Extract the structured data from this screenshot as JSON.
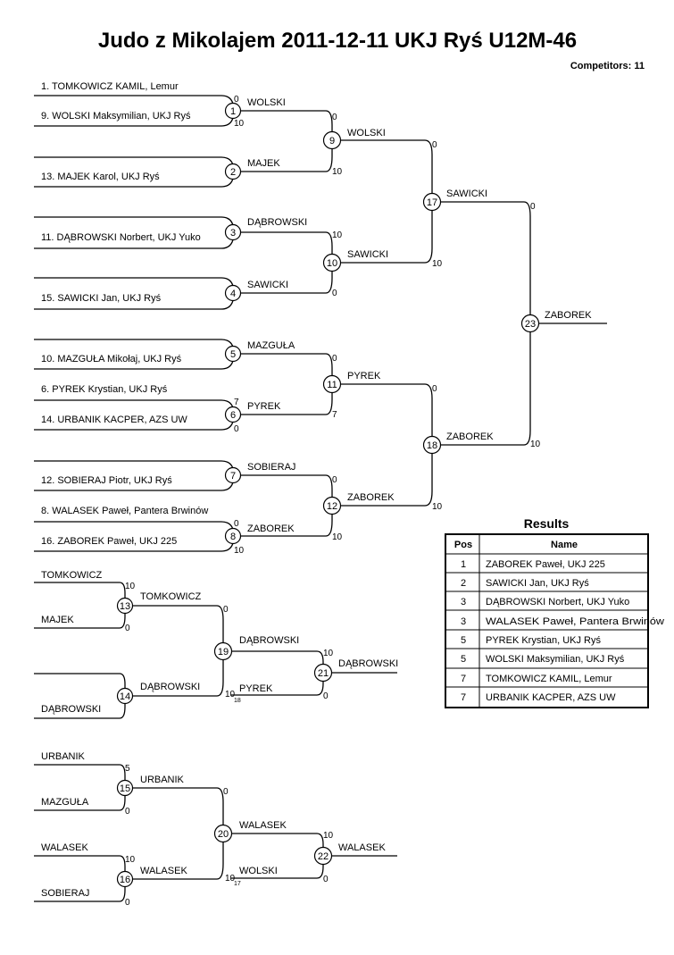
{
  "header": {
    "title": "Judo z Mikolajem  2011-12-11  UKJ Ryś   U12M-46",
    "competitors": "Competitors: 11"
  },
  "entries": [
    "1. TOMKOWICZ KAMIL, Lemur",
    "9. WOLSKI Maksymilian, UKJ Ryś",
    "13. MAJEK Karol, UKJ Ryś",
    "11. DĄBROWSKI Norbert, UKJ Yuko",
    "15. SAWICKI Jan, UKJ Ryś",
    "10. MAZGUŁA Mikołaj, UKJ Ryś",
    "6. PYREK Krystian, UKJ Ryś",
    "14. URBANIK KACPER, AZS UW",
    "12. SOBIERAJ Piotr, UKJ Ryś",
    "8. WALASEK Paweł, Pantera Brwinów",
    "16. ZABOREK Paweł, UKJ 225"
  ],
  "match_numbers": [
    "1",
    "2",
    "3",
    "4",
    "5",
    "6",
    "7",
    "8",
    "9",
    "10",
    "11",
    "12",
    "13",
    "14",
    "15",
    "16",
    "17",
    "18",
    "19",
    "20",
    "21",
    "22",
    "23"
  ],
  "winners": [
    "WOLSKI",
    "MAJEK",
    "DĄBROWSKI",
    "SAWICKI",
    "MAZGUŁA",
    "PYREK",
    "SOBIERAJ",
    "ZABOREK",
    "WOLSKI",
    "SAWICKI",
    "PYREK",
    "ZABOREK",
    "SAWICKI",
    "ZABOREK",
    "ZABOREK",
    "TOMKOWICZ",
    "DĄBROWSKI",
    "DĄBROWSKI",
    "PYREK",
    "DĄBROWSKI",
    "URBANIK",
    "WALASEK",
    "WALASEK",
    "WOLSKI",
    "WALASEK"
  ],
  "repechage_entries": [
    "TOMKOWICZ",
    "MAJEK",
    "DĄBROWSKI",
    "URBANIK",
    "MAZGUŁA",
    "WALASEK",
    "SOBIERAJ"
  ],
  "scores": [
    "0",
    "10",
    "7",
    "0",
    "0",
    "10",
    "0",
    "10",
    "10",
    "0",
    "0",
    "7",
    "0",
    "10",
    "0",
    "10",
    "0",
    "10",
    "0",
    "10",
    "0",
    "10",
    "10",
    "0",
    "0",
    "10",
    "0",
    "10",
    "10",
    "0",
    "5",
    "0",
    "0",
    "10",
    "0",
    "10",
    "10",
    "0",
    "0",
    "10"
  ],
  "tiny_marks": [
    "18",
    "17"
  ],
  "results": {
    "heading": "Results",
    "col_pos": "Pos",
    "col_name": "Name",
    "rows": [
      {
        "pos": "1",
        "name": "ZABOREK Paweł, UKJ 225"
      },
      {
        "pos": "2",
        "name": "SAWICKI Jan, UKJ Ryś"
      },
      {
        "pos": "3",
        "name": "DĄBROWSKI Norbert, UKJ Yuko"
      },
      {
        "pos": "3",
        "name": "WALASEK Paweł, Pantera Brwinów"
      },
      {
        "pos": "5",
        "name": "PYREK Krystian, UKJ Ryś"
      },
      {
        "pos": "5",
        "name": "WOLSKI Maksymilian, UKJ Ryś"
      },
      {
        "pos": "7",
        "name": "TOMKOWICZ KAMIL, Lemur"
      },
      {
        "pos": "7",
        "name": "URBANIK KACPER, AZS UW"
      }
    ]
  }
}
